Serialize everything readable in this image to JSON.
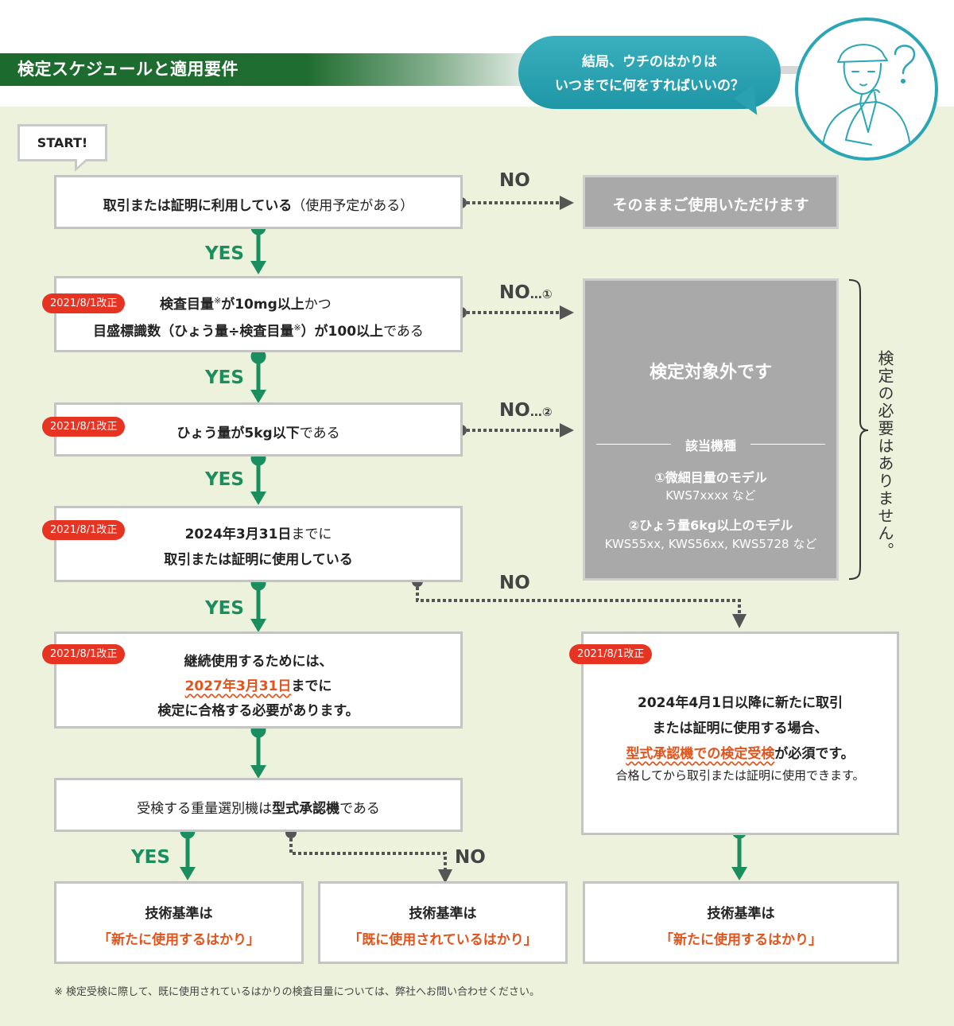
{
  "header": {
    "title": "検定スケジュールと適用要件",
    "bubble_line1": "結局、ウチのはかりは",
    "bubble_line2": "いつまでに何をすればいいの？"
  },
  "flow": {
    "start": "START!",
    "yes": "YES",
    "no": "NO",
    "no1": "NO",
    "no1_note": "…①",
    "no2": "NO",
    "no2_note": "…②",
    "revision_badge": "2021/8/1改正",
    "q1": {
      "bold": "取引または証明に利用している",
      "normal": "（使用予定がある）"
    },
    "q1_no_result": "そのままご使用いただけます",
    "q2": {
      "l1_bold": "検査目量",
      "l1_mark": "※",
      "l1_bold2": "が10mg以上",
      "l1_normal": "かつ",
      "l2_bold": "目盛標識数（ひょう量÷検査目量",
      "l2_mark": "※",
      "l2_bold2": "）が100以上",
      "l2_normal": "である"
    },
    "q3": {
      "bold": "ひょう量が5kg以下",
      "normal": "である"
    },
    "q4": {
      "l1_bold": "2024年3月31日",
      "l1_normal": "までに",
      "l2_bold": "取引または証明に使用している"
    },
    "q5": {
      "l1": "継続使用するためには、",
      "l2_orange": "2027年3月31日",
      "l2_bold": "までに",
      "l3": "検定に合格する必要があります。"
    },
    "q6": {
      "normal": "受検する重量選別機は",
      "bold": "型式承認機",
      "normal2": "である"
    },
    "exempt": {
      "title": "検定対象外です",
      "models_header": "該当機種",
      "m1_title": "①微細目量のモデル",
      "m1_models": "KWS7xxxx など",
      "m2_title": "②ひょう量6kg以上のモデル",
      "m2_models": "KWS55xx, KWS56xx, KWS5728 など"
    },
    "no_inspection_needed": "検定の必要はありません。",
    "new_after": {
      "l1": "2024年4月1日以降に新たに取引",
      "l2": "または証明に使用する場合、",
      "l3_orange": "型式承認機での検定受検",
      "l3_bold": "が必須です。",
      "l4": "合格してから取引または証明に使用できます。"
    },
    "result_left": {
      "l1": "技術基準は",
      "l2": "「新たに使用するはかり」"
    },
    "result_mid": {
      "l1": "技術基準は",
      "l2": "「既に使用されているはかり」"
    },
    "result_right": {
      "l1": "技術基準は",
      "l2": "「新たに使用するはかり」"
    }
  },
  "footnote": "※ 検定受検に際して、既に使用されているはかりの検査目量については、弊社へお問い合わせください。",
  "colors": {
    "green_arrow": "#1a8e5e",
    "dark_green_bar": "#1f6d30",
    "badge_red": "#e63322",
    "orange_text": "#e3541c",
    "teal": "#2aa6b4"
  },
  "icons": [
    "thinking-man-illustration",
    "question-mark-icon"
  ]
}
